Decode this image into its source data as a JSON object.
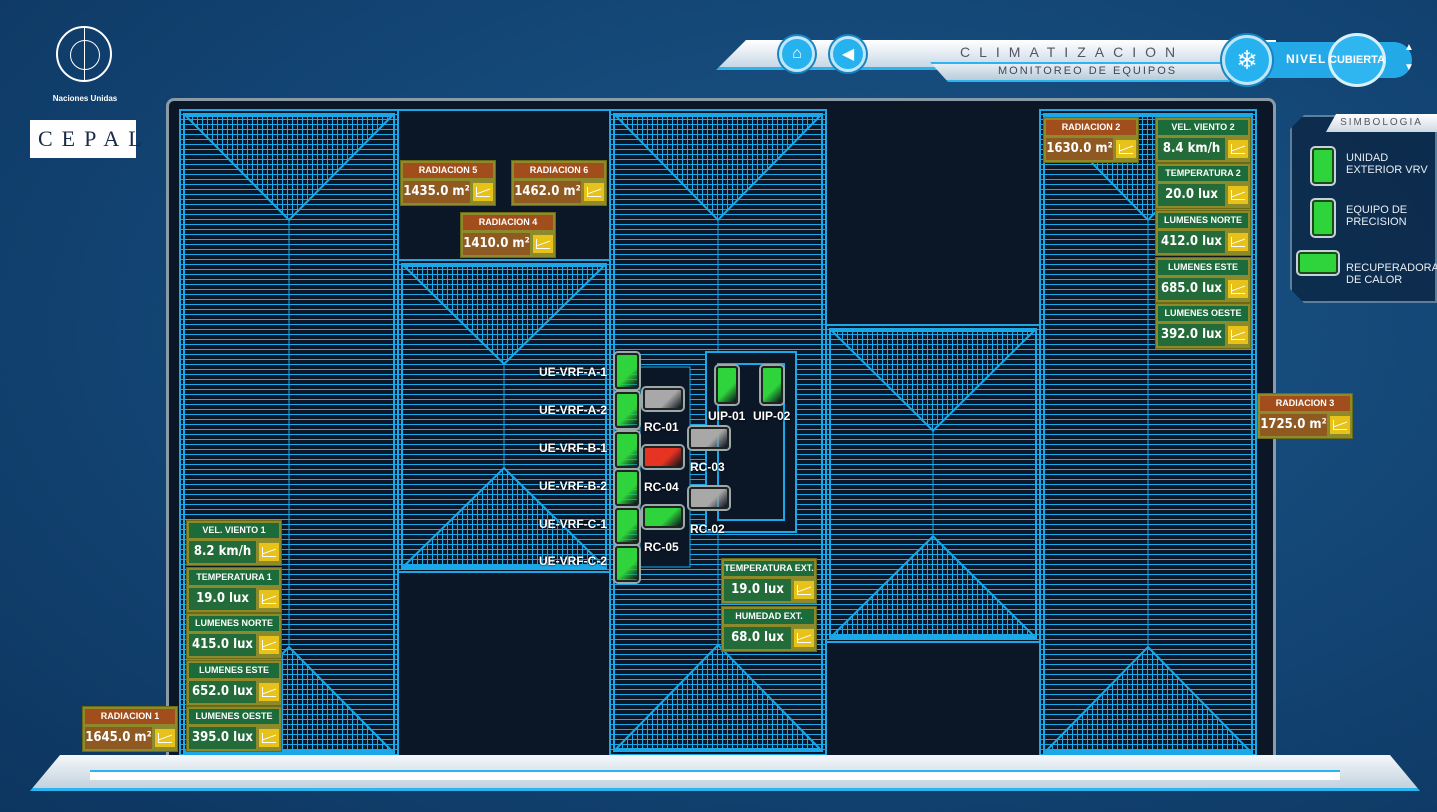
{
  "branding": {
    "org": "Naciones Unidas",
    "cepal": "CEPAL"
  },
  "header": {
    "title": "CLIMATIZACION",
    "subtitle": "MONITOREO DE EQUIPOS",
    "nivel_label": "NIVEL",
    "nivel_value": "CUBIERTA",
    "up": "▲",
    "down": "▼",
    "home_icon": "⌂",
    "back_icon": "◀",
    "snow_icon": "❄"
  },
  "legend": {
    "title": "SIMBOLOGIA",
    "items": [
      {
        "label": "UNIDAD EXTERIOR VRV",
        "color": "#2fd43c"
      },
      {
        "label": "EQUIPO DE PRECISION",
        "color": "#2fd43c"
      },
      {
        "label": "RECUPERADORA DE CALOR",
        "color": "#2fd43c"
      }
    ]
  },
  "sensors": [
    {
      "id": "rad5",
      "label": "RADIACION 5",
      "value": "1435.0 m²",
      "kind": "rad"
    },
    {
      "id": "rad6",
      "label": "RADIACION 6",
      "value": "1462.0 m²",
      "kind": "rad"
    },
    {
      "id": "rad4",
      "label": "RADIACION 4",
      "value": "1410.0 m²",
      "kind": "rad"
    },
    {
      "id": "rad2",
      "label": "RADIACION 2",
      "value": "1630.0 m²",
      "kind": "rad"
    },
    {
      "id": "viento2",
      "label": "VEL. VIENTO 2",
      "value": "8.4 km/h",
      "kind": "grn"
    },
    {
      "id": "temp2",
      "label": "TEMPERATURA 2",
      "value": "20.0 lux",
      "kind": "grn"
    },
    {
      "id": "norte2",
      "label": "LUMENES NORTE",
      "value": "412.0 lux",
      "kind": "grn"
    },
    {
      "id": "este2",
      "label": "LUMENES ESTE",
      "value": "685.0 lux",
      "kind": "grn"
    },
    {
      "id": "oeste2",
      "label": "LUMENES OESTE",
      "value": "392.0 lux",
      "kind": "grn"
    },
    {
      "id": "rad3",
      "label": "RADIACION 3",
      "value": "1725.0 m²",
      "kind": "rad"
    },
    {
      "id": "viento1",
      "label": "VEL. VIENTO 1",
      "value": "8.2 km/h",
      "kind": "grn"
    },
    {
      "id": "temp1",
      "label": "TEMPERATURA 1",
      "value": "19.0 lux",
      "kind": "grn"
    },
    {
      "id": "norte1",
      "label": "LUMENES NORTE",
      "value": "415.0 lux",
      "kind": "grn"
    },
    {
      "id": "este1",
      "label": "LUMENES ESTE",
      "value": "652.0 lux",
      "kind": "grn"
    },
    {
      "id": "oeste1",
      "label": "LUMENES OESTE",
      "value": "395.0 lux",
      "kind": "grn"
    },
    {
      "id": "rad1",
      "label": "RADIACION 1",
      "value": "1645.0 m²",
      "kind": "rad"
    },
    {
      "id": "tempext",
      "label": "TEMPERATURA EXT.",
      "value": "19.0 lux",
      "kind": "grn"
    },
    {
      "id": "humext",
      "label": "HUMEDAD EXT.",
      "value": "68.0 lux",
      "kind": "grn"
    }
  ],
  "equipment": [
    {
      "id": "UE-VRF-A-1",
      "type": "vrf",
      "status": "ok"
    },
    {
      "id": "UE-VRF-A-2",
      "type": "vrf",
      "status": "ok"
    },
    {
      "id": "UE-VRF-B-1",
      "type": "vrf",
      "status": "ok"
    },
    {
      "id": "UE-VRF-B-2",
      "type": "vrf",
      "status": "ok"
    },
    {
      "id": "UE-VRF-C-1",
      "type": "vrf",
      "status": "ok"
    },
    {
      "id": "UE-VRF-C-2",
      "type": "vrf",
      "status": "ok"
    },
    {
      "id": "RC-01",
      "type": "rc",
      "status": "off"
    },
    {
      "id": "RC-03",
      "type": "rc",
      "status": "off"
    },
    {
      "id": "RC-04",
      "type": "rc",
      "status": "alarm"
    },
    {
      "id": "RC-02",
      "type": "rc",
      "status": "off"
    },
    {
      "id": "RC-05",
      "type": "rc",
      "status": "ok"
    },
    {
      "id": "UIP-01",
      "type": "uip",
      "status": "ok"
    },
    {
      "id": "UIP-02",
      "type": "uip",
      "status": "ok"
    }
  ],
  "colors": {
    "ok": "#2fd43c",
    "off": "#a8a8a8",
    "alarm": "#e63322",
    "line": "#1aa8e8"
  }
}
